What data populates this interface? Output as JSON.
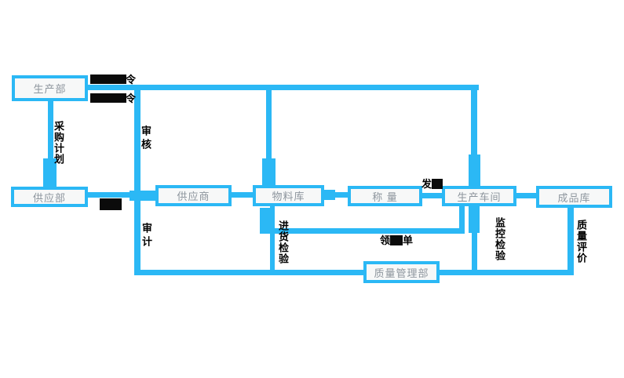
{
  "diagram": {
    "colors": {
      "line": "#2bb8f5",
      "box_fill": "#f7f8f8",
      "box_border": "#2bb8f5",
      "box_text": "#8d959d",
      "label_text": "#000000",
      "redaction": "#0b0b0b"
    },
    "nodes": {
      "production_dept": "生产部",
      "supply_dept": "供应部",
      "supplier": "供应商",
      "material_store": "物料库",
      "weighing": "称 量",
      "workshop": "生产车间",
      "finished_store": "成品库",
      "quality_dept": "质量管理部"
    },
    "edge_labels": {
      "order1_visible_suffix": "令",
      "order2_visible_suffix": "令",
      "purchase_plan": "采购计划",
      "review": "审核",
      "audit": "审计",
      "incoming_inspection": "进货检验",
      "monitoring_inspection": "监控检验",
      "quality_evaluation": "质量评价",
      "requisition_prefix": "领",
      "requisition_suffix": "单",
      "dispatch_prefix": "发"
    }
  }
}
